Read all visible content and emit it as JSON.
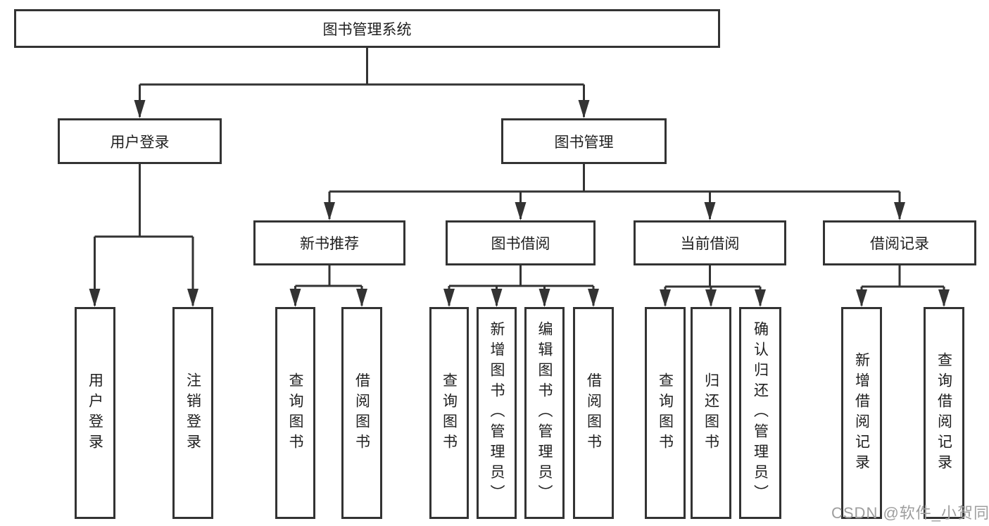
{
  "tree": {
    "label": "图书管理系统",
    "children": [
      {
        "label": "用户登录",
        "children": [
          {
            "label": "用户登录"
          },
          {
            "label": "注销登录"
          }
        ]
      },
      {
        "label": "图书管理",
        "children": [
          {
            "label": "新书推荐",
            "children": [
              {
                "label": "查询图书"
              },
              {
                "label": "借阅图书"
              }
            ]
          },
          {
            "label": "图书借阅",
            "children": [
              {
                "label": "查询图书"
              },
              {
                "label": "新增图书（管理员）"
              },
              {
                "label": "编辑图书（管理员）"
              },
              {
                "label": "借阅图书"
              }
            ]
          },
          {
            "label": "当前借阅",
            "children": [
              {
                "label": "查询图书"
              },
              {
                "label": "归还图书"
              },
              {
                "label": "确认归还（管理员）"
              }
            ]
          },
          {
            "label": "借阅记录",
            "children": [
              {
                "label": "新增借阅记录"
              },
              {
                "label": "查询借阅记录"
              }
            ]
          }
        ]
      }
    ]
  },
  "watermark": "CSDN @软件_小贺同学",
  "colors": {
    "line": "#333333",
    "text": "#1f1f1f",
    "background": "#ffffff",
    "watermark": "#9e9e9e"
  }
}
